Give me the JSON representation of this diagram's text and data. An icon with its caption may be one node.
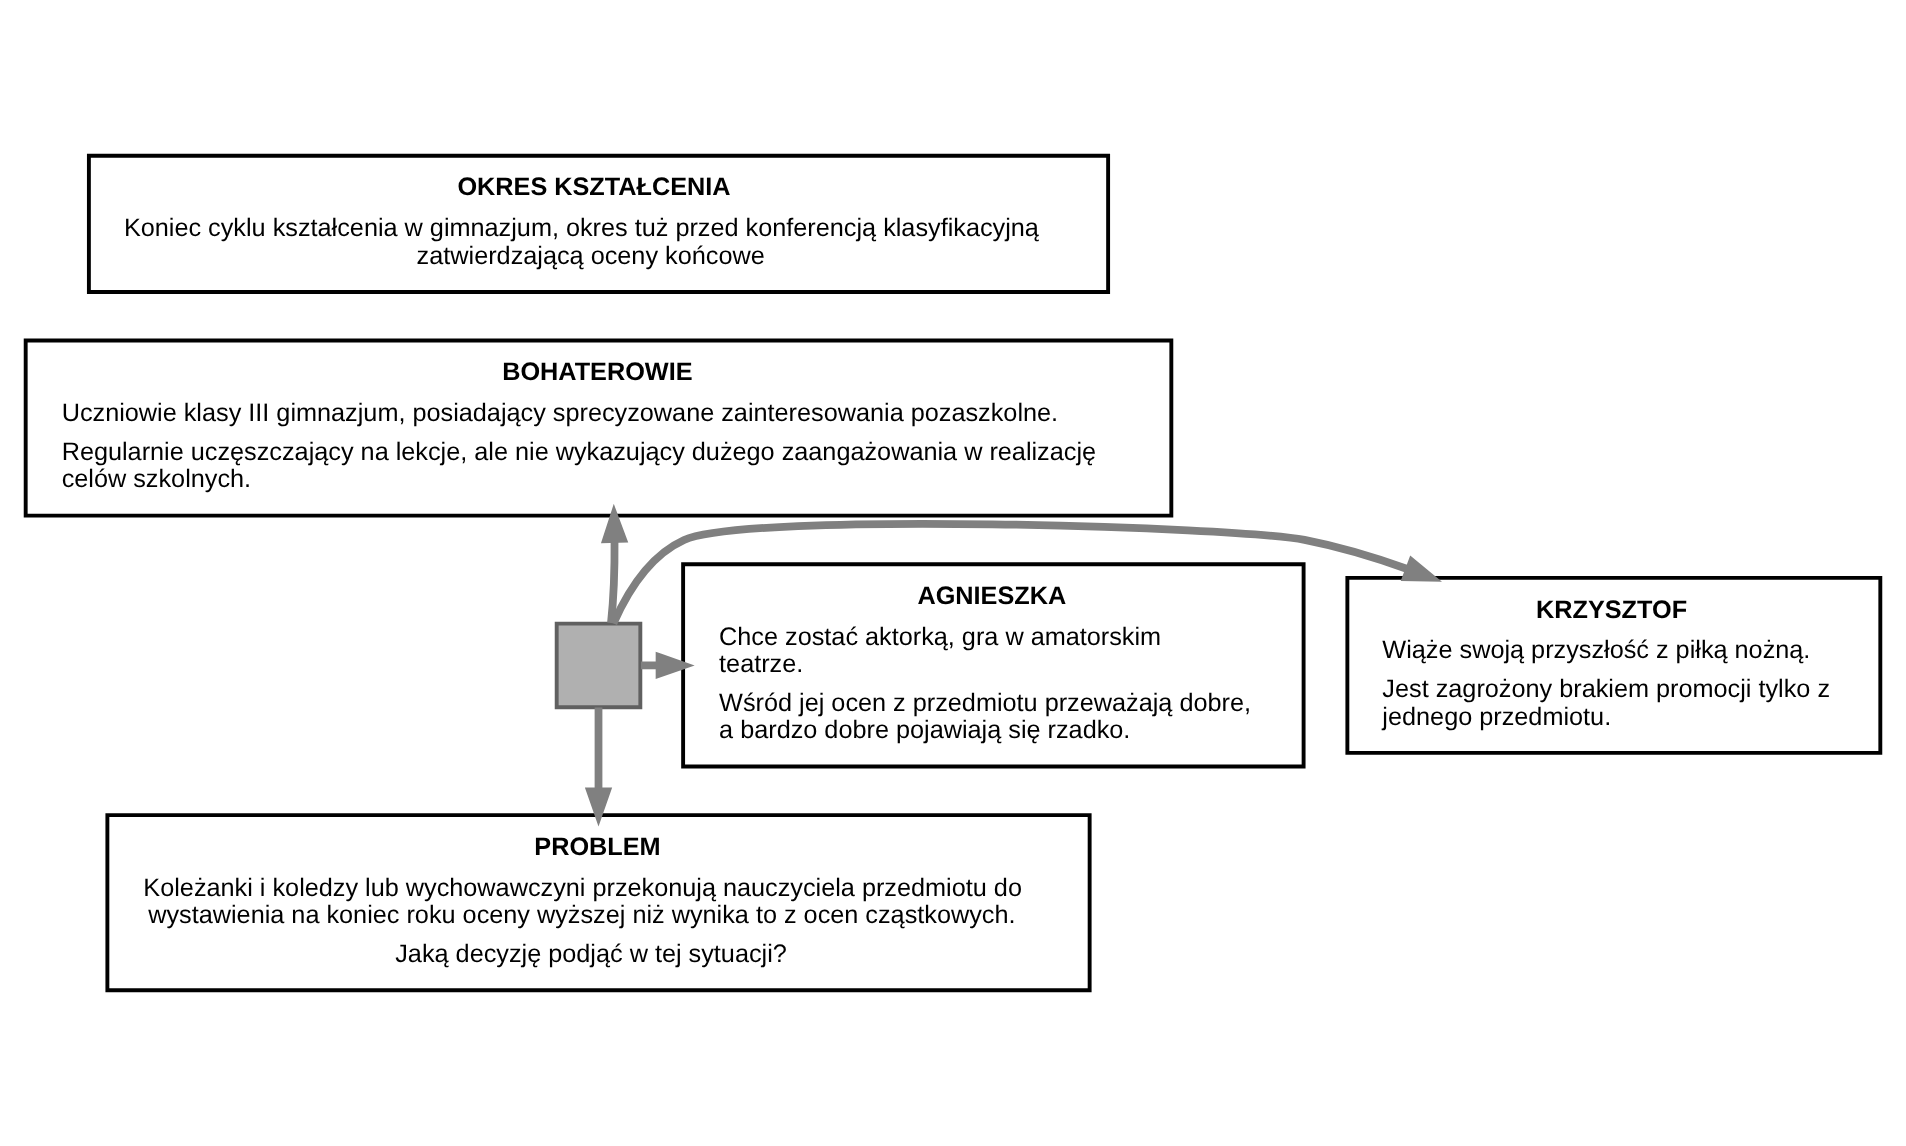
{
  "diagram": {
    "nodes": [
      {
        "text": [
          "OKRES KSZTAŁCENIA",
          "Koniec cyklu kształcenia w gimnazjum, okres tuż przed konferencją klasyfikacyjną zatwierdzającą oceny końcowe"
        ]
      },
      {
        "text": [
          "BOHATEROWIE",
          "Uczniowie klasy III gimnazjum, posiadający sprecyzowane zainteresowania pozaszkolne.",
          "Regularnie uczęszczający na lekcje, ale nie wykazujący dużego zaangażowania w realizację celów szkolnych."
        ]
      },
      {
        "text": [
          "KRZYSZTOF",
          "Wiąże swoją przyszłość z piłką nożną.",
          "Jest zagrożony brakiem promocji tylko z jednego przedmiotu."
        ]
      },
      {
        "text": [],
        "shape": "cross"
      },
      {
        "text": [
          "AGNIESZKA",
          "Chce zostać aktorką, gra w amatorskim teatrze.",
          "Wśród jej ocen z przedmiotu przeważają dobre, a bardzo dobre pojawiają się rzadko."
        ]
      },
      {
        "text": [
          "PROBLEM",
          "Koleżanki i koledzy lub wychowawczyni przekonują nauczyciela przedmiotu do wystawienia na koniec roku oceny wyższej niż wynika to z ocen cząstkowych.",
          "Jaką decyzję podjąć w tej sytuacji?"
        ]
      }
    ],
    "edges": [
      {
        "from": 3,
        "to": 1,
        "arrow": "to"
      },
      {
        "from": 3,
        "to": 2,
        "arrow": "to"
      },
      {
        "from": 3,
        "to": 4,
        "arrow": "to"
      },
      {
        "from": 3,
        "to": 5,
        "arrow": "to"
      }
    ]
  }
}
